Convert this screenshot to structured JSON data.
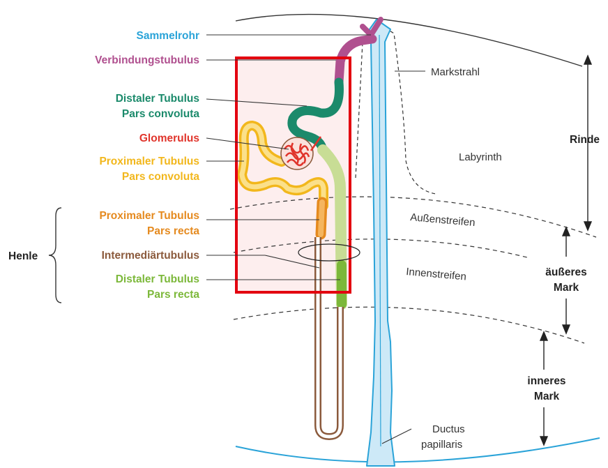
{
  "labels": {
    "sammelrohr": "Sammelrohr",
    "verbindungstubulus": "Verbindungstubulus",
    "distaler_conv_1": "Distaler Tubulus",
    "distaler_conv_2": "Pars convoluta",
    "glomerulus": "Glomerulus",
    "proximaler_conv_1": "Proximaler Tubulus",
    "proximaler_conv_2": "Pars convoluta",
    "proximaler_recta_1": "Proximaler Tubulus",
    "proximaler_recta_2": "Pars recta",
    "intermediaertubulus": "Intermediärtubulus",
    "distaler_recta_1": "Distaler Tubulus",
    "distaler_recta_2": "Pars recta",
    "henle": "Henle"
  },
  "zones": {
    "markstrahl": "Markstrahl",
    "labyrinth": "Labyrinth",
    "aussenstreifen": "Außenstreifen",
    "innenstreifen": "Innenstreifen",
    "ductus_1": "Ductus",
    "ductus_2": "papillaris"
  },
  "regions": {
    "rinde": "Rinde",
    "aeusseres_1": "äußeres",
    "aeusseres_2": "Mark",
    "inneres_1": "inneres",
    "inneres_2": "Mark"
  },
  "colors": {
    "sammelrohr": "#2aa3d8",
    "verbindungstubulus": "#b0508f",
    "distaler_conv": "#1b8a6b",
    "glomerulus": "#e0342b",
    "proximaler_conv": "#f2b71c",
    "proximaler_recta": "#e58a1f",
    "intermediaer": "#8b5a3c",
    "distaler_recta": "#7cb83a",
    "highlight_box": "#e3000f"
  }
}
